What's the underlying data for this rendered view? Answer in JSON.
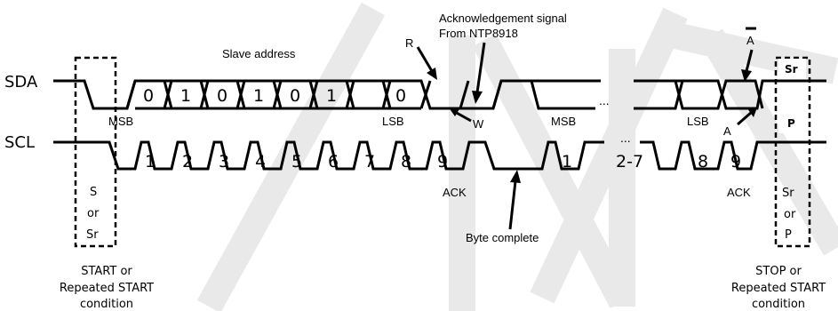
{
  "signals": {
    "sda": "SDA",
    "scl": "SCL"
  },
  "slave_address_label": "Slave address",
  "ack_signal_title": [
    "Acknowledgement signal",
    "From NTP8918"
  ],
  "address_bits": [
    "0",
    "1",
    "0",
    "1",
    "0",
    "1",
    "0"
  ],
  "msb": "MSB",
  "lsb": "LSB",
  "r_label": "R",
  "w_label": "W",
  "a_label": "A",
  "a_bar_label": "A",
  "ellipsis": "...",
  "clock_numbers": [
    "1",
    "2",
    "3",
    "4",
    "5",
    "6",
    "7",
    "8",
    "9"
  ],
  "clock_numbers_2": [
    "1",
    "2-7",
    "8",
    "9"
  ],
  "ack": "ACK",
  "byte_complete": "Byte complete",
  "start_box": [
    "S",
    "or",
    "Sr"
  ],
  "end_box_top": "Sr",
  "end_box_mid": "P",
  "end_box_bottom": [
    "Sr",
    "or",
    "P"
  ],
  "start_condition": [
    "START or",
    "Repeated START",
    "condition"
  ],
  "stop_condition": [
    "STOP or",
    "Repeated START",
    "condition"
  ]
}
